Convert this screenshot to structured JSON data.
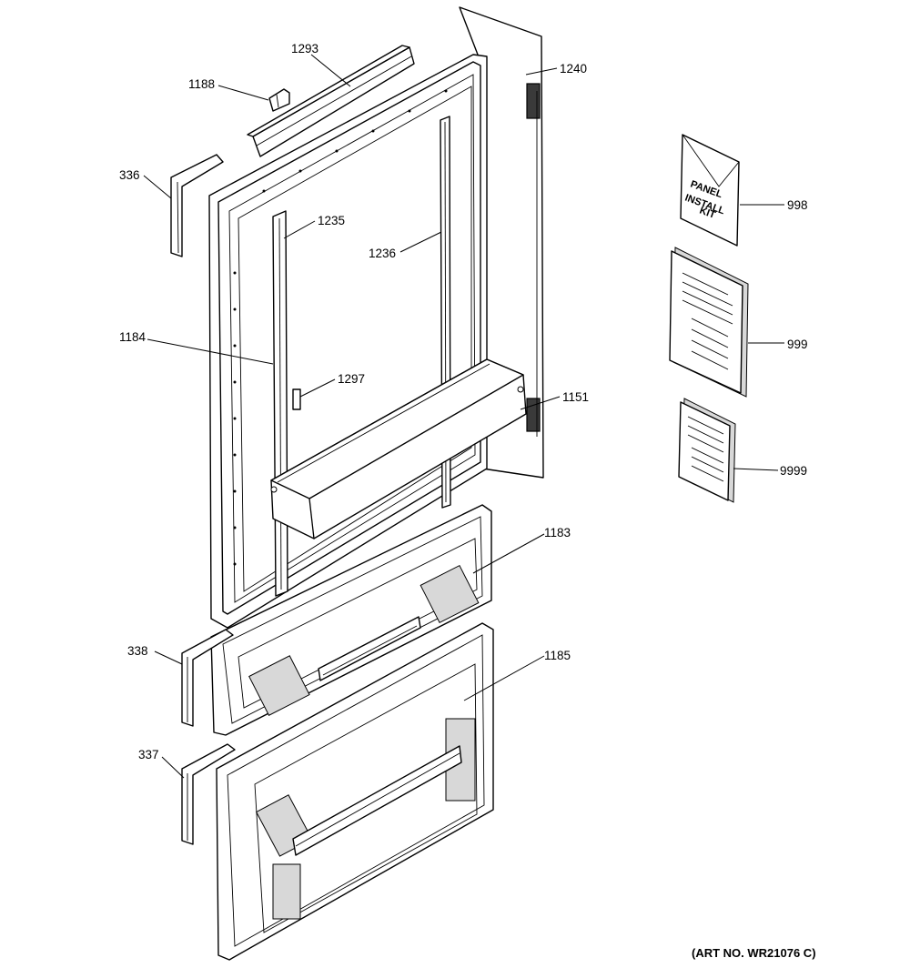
{
  "callouts": {
    "p1293": "1293",
    "p1188": "1188",
    "p1240": "1240",
    "p336": "336",
    "p1235": "1235",
    "p1236": "1236",
    "p1184": "1184",
    "p1297": "1297",
    "p1151": "1151",
    "p1183": "1183",
    "p338": "338",
    "p1185": "1185",
    "p337": "337",
    "p998": "998",
    "p999": "999",
    "p9999": "9999"
  },
  "kit_label": {
    "line1": "PANEL",
    "line2": "INSTALL",
    "line3": "KIT"
  },
  "art_number": "(ART NO. WR21076 C)"
}
